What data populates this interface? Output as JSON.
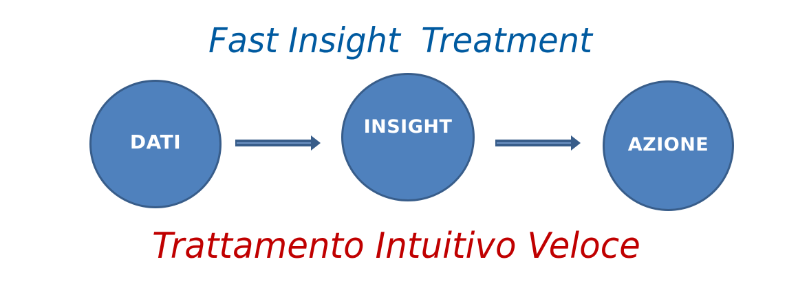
{
  "diagram": {
    "title": "Fast Insight  Treatment",
    "subtitle": "Trattamento Intuitivo Veloce",
    "nodes": [
      {
        "id": "dati",
        "label": "DATI"
      },
      {
        "id": "insight",
        "label": "INSIGHT"
      },
      {
        "id": "azione",
        "label": "AZIONE"
      }
    ],
    "edges": [
      {
        "from": "dati",
        "to": "insight",
        "icon": "right-arrow-icon"
      },
      {
        "from": "insight",
        "to": "azione",
        "icon": "right-arrow-icon"
      }
    ],
    "colors": {
      "title": "#005AA0",
      "subtitle": "#C00000",
      "node_fill": "#4F81BD",
      "node_border": "#385D8A",
      "node_text": "#FFFFFF",
      "arrow": "#385D8A"
    }
  }
}
